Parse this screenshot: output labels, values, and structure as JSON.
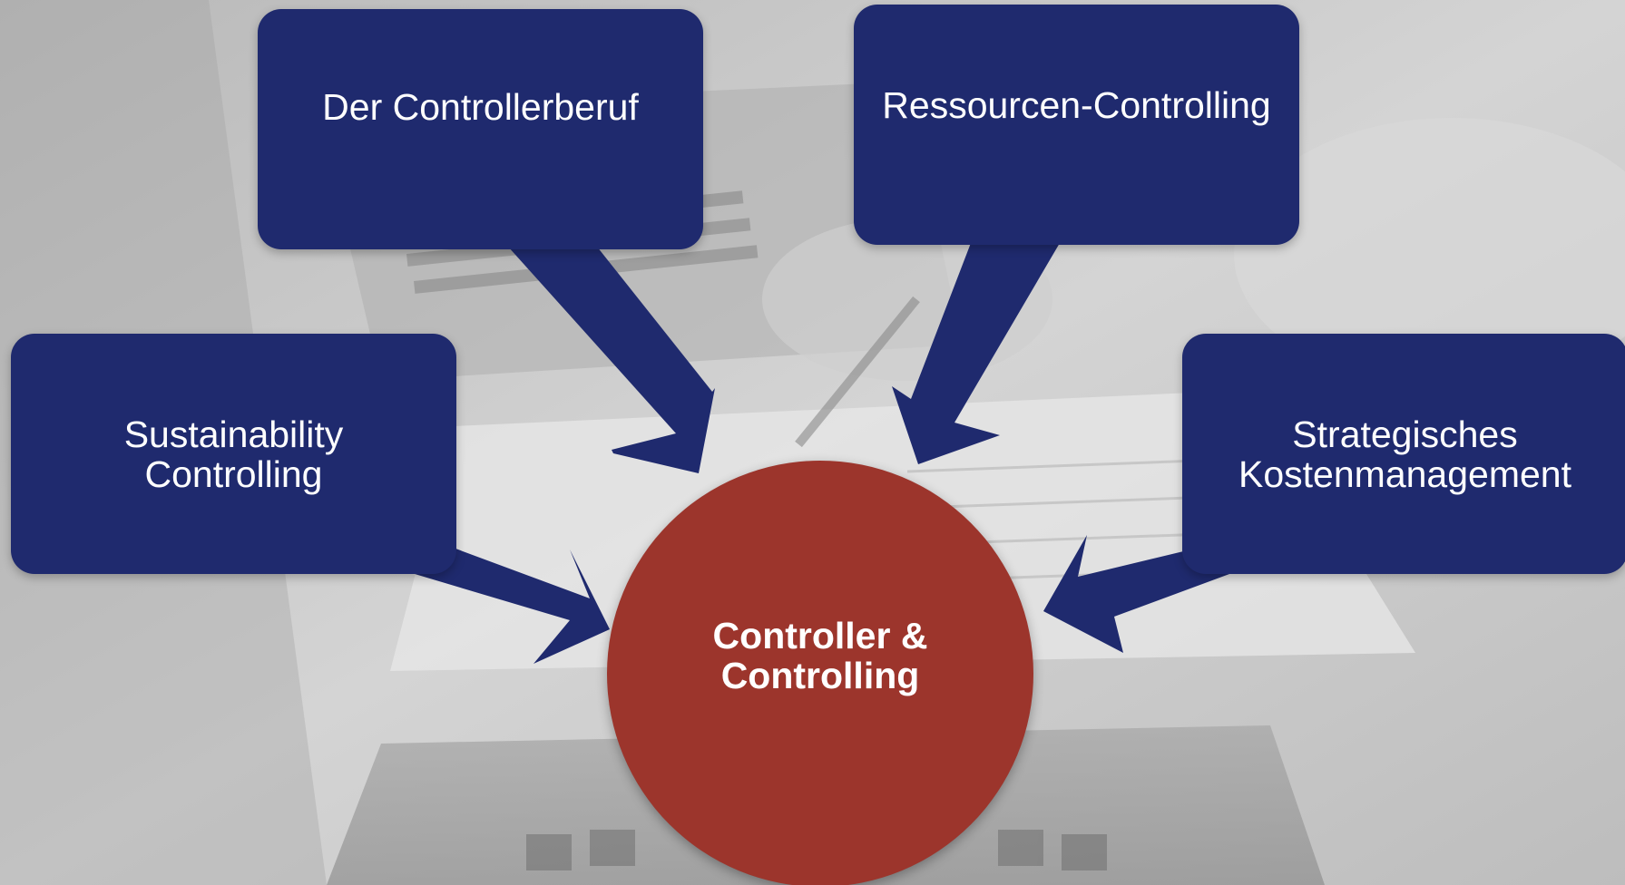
{
  "diagram": {
    "center": {
      "label": "Controller &\nControlling",
      "color": "#9c352c"
    },
    "topics": [
      {
        "id": "top-left",
        "label": "Der Controllerberuf"
      },
      {
        "id": "top-right",
        "label": "Ressourcen-Controlling"
      },
      {
        "id": "left",
        "label": "Sustainability\nControlling"
      },
      {
        "id": "right",
        "label": "Strategisches\nKostenmanagement"
      }
    ],
    "box_color": "#1f2a6e",
    "arrow_color": "#1f2a6e",
    "background": "grayscale photo of desk with laptop and documents"
  }
}
